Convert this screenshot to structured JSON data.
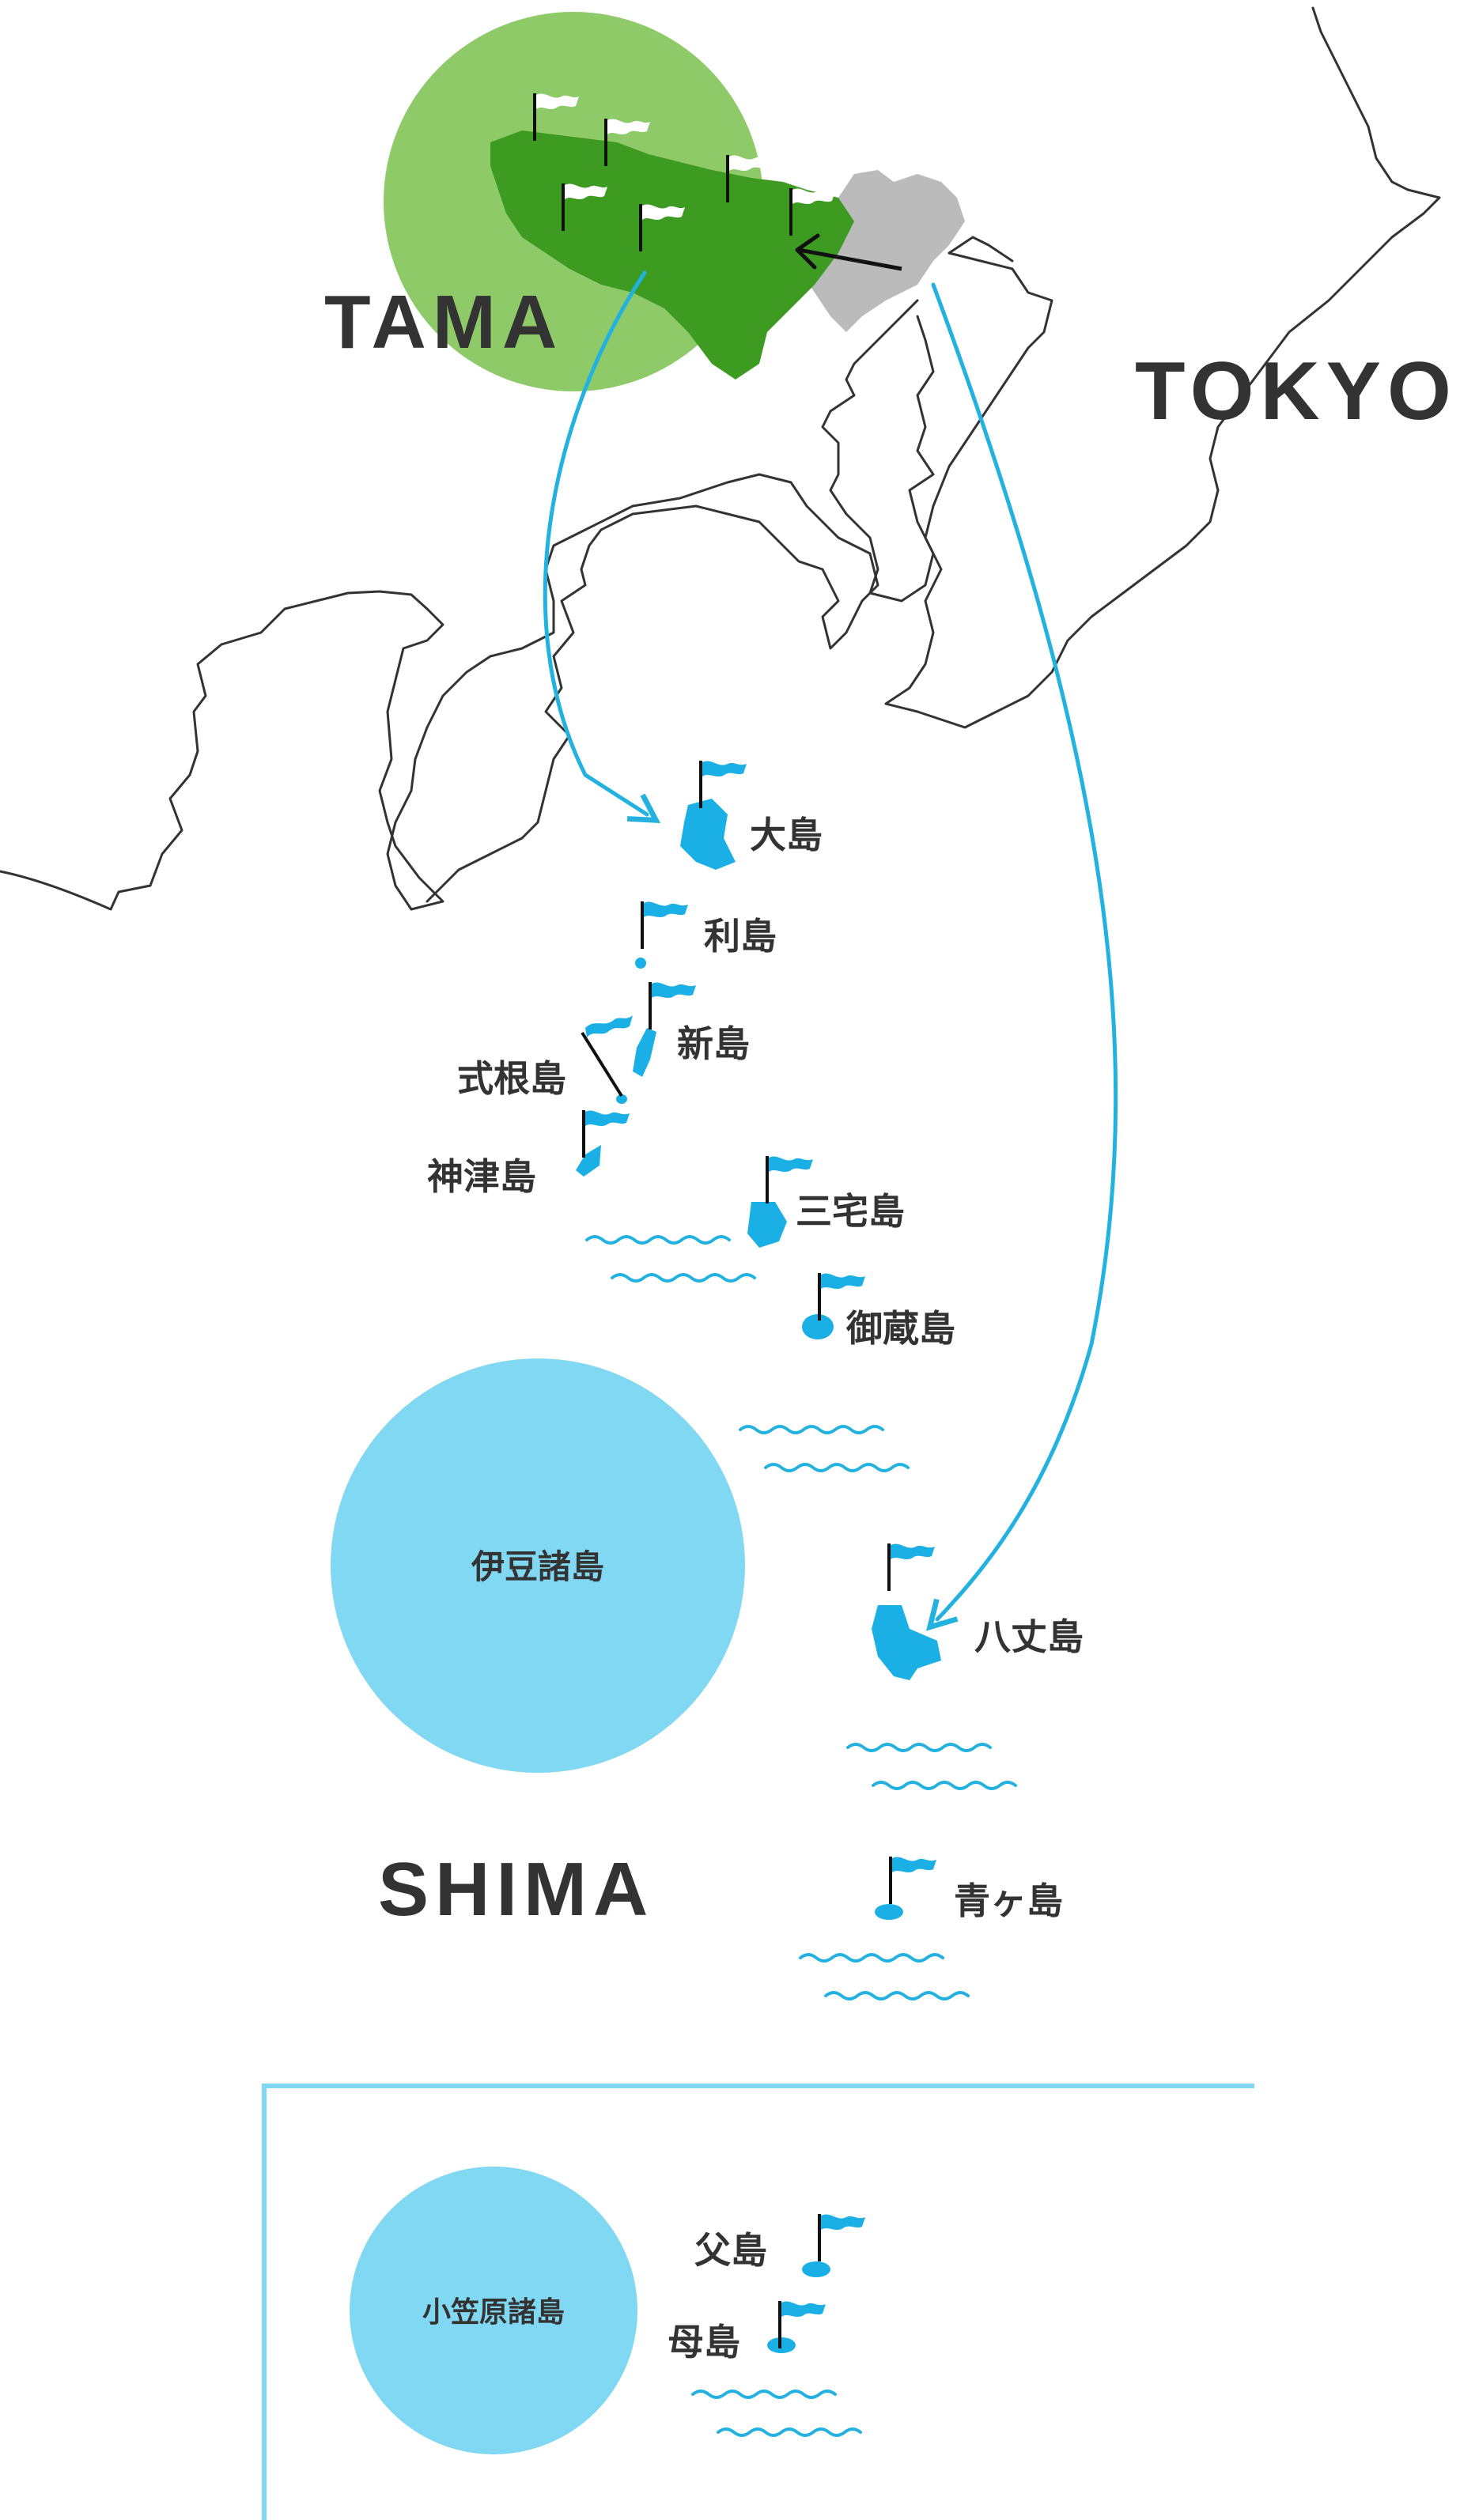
{
  "colors": {
    "tama_circle": "#8ecb68",
    "tama_land": "#3d9b22",
    "tokyo_land": "#b7b7b7",
    "island_blue": "#1ab0e6",
    "circle_blue": "#80d8f2",
    "route_blue": "#23b2e0",
    "text_dark": "#333333",
    "coast": "#333333"
  },
  "regions": {
    "tama": "TAMA",
    "tokyo": "TOKYO",
    "shima": "SHIMA"
  },
  "groups": {
    "izu": "伊豆諸島",
    "ogasawara": "小笠原諸島"
  },
  "islands": {
    "oshima": "大島",
    "toshima": "利島",
    "niijima": "新島",
    "shikinejima": "式根島",
    "kozushima": "神津島",
    "miyakejima": "三宅島",
    "mikurajima": "御蔵島",
    "hachijojima": "八丈島",
    "aogashima": "青ヶ島",
    "chichijima": "父島",
    "hahajima": "母島"
  },
  "icons": {
    "flag": "flag-icon",
    "wave": "wave-icon",
    "arrow": "arrow-icon"
  }
}
